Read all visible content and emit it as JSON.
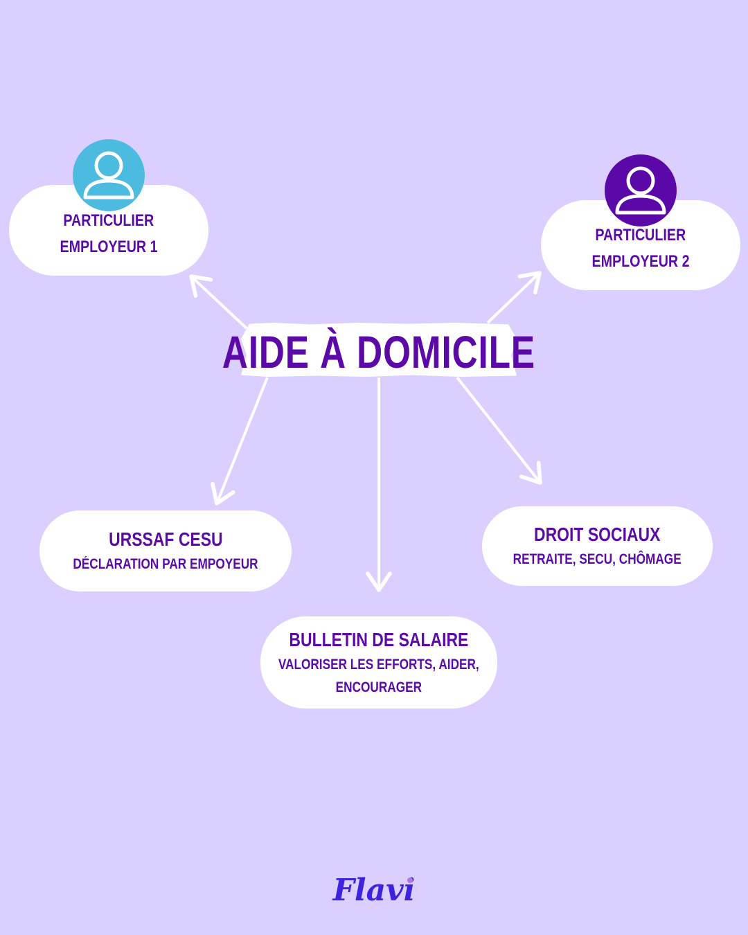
{
  "diagram": {
    "center_title": "AIDE À DOMICILE",
    "nodes": {
      "employer1": {
        "lines": [
          "PARTICULIER",
          "EMPLOYEUR 1"
        ],
        "avatar_color": "#4cbbe0"
      },
      "employer2": {
        "lines": [
          "PARTICULIER",
          "EMPLOYEUR 2"
        ],
        "avatar_color": "#5b08a8"
      },
      "urssaf": {
        "title": "URSSAF CESU",
        "subtitle": "DÉCLARATION PAR EMPOYEUR"
      },
      "droits": {
        "title": "DROIT SOCIAUX",
        "subtitle": "RETRAITE, SECU, CHÔMAGE"
      },
      "bulletin": {
        "title": "BULLETIN DE SALAIRE",
        "subtitle_lines": [
          "VALORISER LES EFFORTS, AIDER,",
          "ENCOURAGER"
        ]
      }
    },
    "edges": [
      {
        "from": "center",
        "to": "employer1"
      },
      {
        "from": "center",
        "to": "employer2"
      },
      {
        "from": "center",
        "to": "urssaf"
      },
      {
        "from": "center",
        "to": "bulletin"
      },
      {
        "from": "center",
        "to": "droits"
      }
    ]
  },
  "brand": {
    "logo_text": "Flavi",
    "logo_color": "#3d22e0"
  },
  "colors": {
    "background": "#dbcfff",
    "text": "#5b0aa8",
    "node_fill": "#ffffff",
    "arrow": "#ffffff"
  }
}
